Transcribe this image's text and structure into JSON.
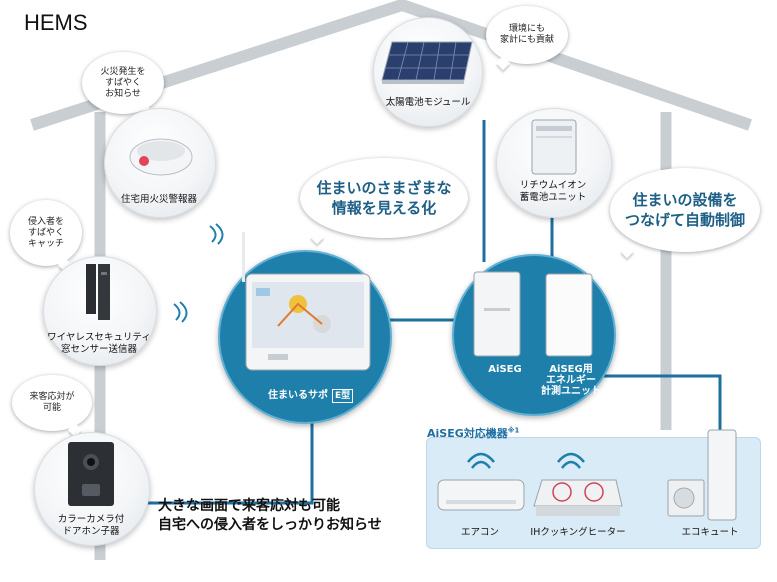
{
  "title": "HEMS",
  "bubbles": {
    "fire": "火災発生を\nすばやく\nお知らせ",
    "intruder": "侵入者を\nすばやく\nキャッチ",
    "visitor": "来客応対が\n可能",
    "environment": "環境にも\n家計にも貢献",
    "visualize": "住まいのさまざまな\n情報を見える化",
    "automate": "住まいの設備を\nつなげて自動制御"
  },
  "devices": {
    "solar": "太陽電池モジュール",
    "battery": "リチウムイオン\n蓄電池ユニット",
    "fire_alarm": "住宅用火災警報器",
    "window_sensor": "ワイヤレスセキュリティ\n窓センサー送信器",
    "intercom": "カラーカメラ付\nドアホン子器",
    "monitor": "住まいるサポ",
    "monitor_badge": "E型",
    "aiseg": "AiSEG",
    "energy_unit": "AiSEG用\nエネルギー\n計測ユニット",
    "aircon": "エアコン",
    "ih": "IHクッキングヒーター",
    "ecocute": "エコキュート"
  },
  "aiseg_group": {
    "title": "AiSEG対応機器",
    "note": "※1"
  },
  "callout": "大きな画面で来客応対も可能\n自宅への侵入者をしっかりお知らせ",
  "colors": {
    "ring_blue": "#1f7fab",
    "box_blue": "#d9ebf6",
    "heading_blue": "#1d6fa3"
  }
}
